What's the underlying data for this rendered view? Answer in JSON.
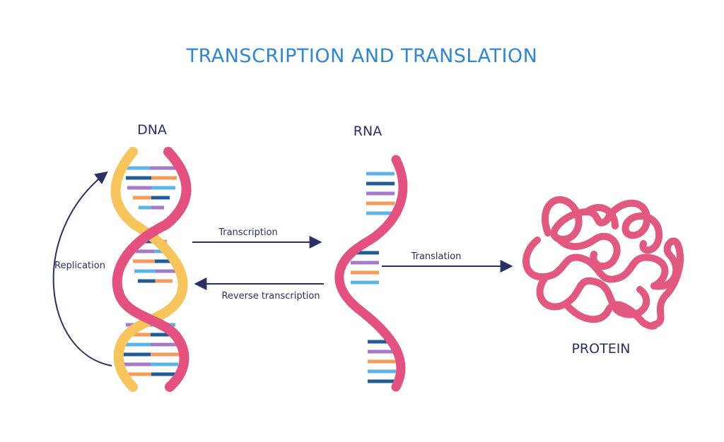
{
  "title": "TRANSCRIPTION AND TRANSLATION",
  "labels": {
    "dna": "DNA",
    "rna": "RNA",
    "protein": "PROTEIN"
  },
  "arrows": {
    "replication": "Replication",
    "transcription": "Transcription",
    "reverse_transcription": "Reverse transcription",
    "translation": "Translation"
  },
  "colors": {
    "title": "#2e86d6",
    "text": "#2a2f66",
    "arrow": "#2a2f66",
    "strand_pink": "#e5517f",
    "strand_yellow": "#f7c55b",
    "protein": "#e3587f",
    "base_blue": "#5bb4e8",
    "base_orange": "#f49b57",
    "base_purple": "#a57ac8",
    "base_navy": "#1e5c99"
  },
  "icons": [
    "dna-double-helix-icon",
    "rna-strand-icon",
    "protein-coil-icon"
  ]
}
